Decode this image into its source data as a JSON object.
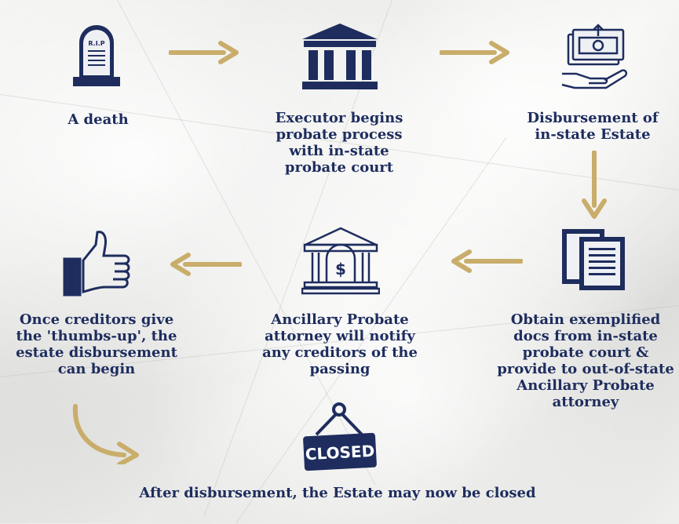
{
  "steps": {
    "death": "A death",
    "executor": "Executor begins\nprobate process\nwith in-state\nprobate court",
    "disbursement_in_state": "Disbursement of\nin-state Estate",
    "obtain_docs": "Obtain exemplified\ndocs from in-state\nprobate court &\nprovide to out-of-state\nAncillary Probate\nattorney",
    "ancillary": "Ancillary Probate\nattorney will notify\nany creditors of the\npassing",
    "creditors": "Once creditors give\nthe 'thumbs-up', the\nestate disbursement\ncan begin",
    "closed": "After disbursement, the Estate may now be closed"
  },
  "icons": {
    "tombstone_text": "R.I.P",
    "closed_sign_text": "CLOSED"
  },
  "colors": {
    "navy": "#1e2d5e",
    "gold": "#c9ad6a"
  }
}
